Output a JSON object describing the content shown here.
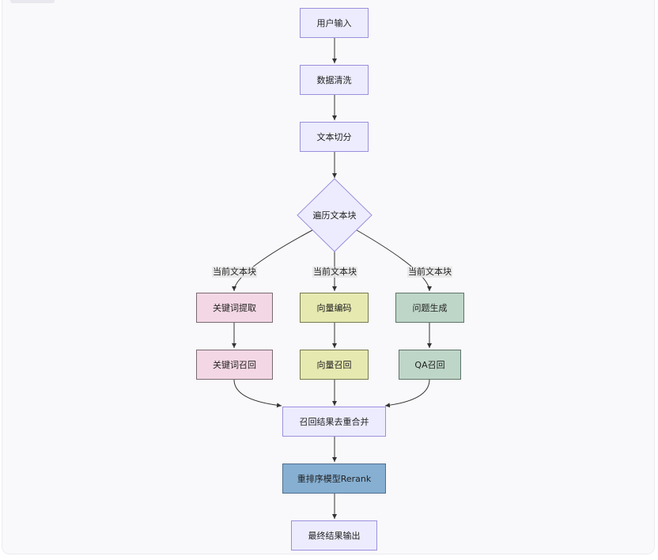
{
  "flowchart": {
    "nodes": {
      "user_input": "用户输入",
      "data_cleaning": "数据清洗",
      "text_split": "文本切分",
      "iterate_blocks": "遍历文本块",
      "keyword_extract": "关键词提取",
      "vector_encode": "向量编码",
      "question_gen": "问题生成",
      "keyword_recall": "关键词召回",
      "vector_recall": "向量召回",
      "qa_recall": "QA召回",
      "merge_dedup": "召回结果去重合并",
      "rerank_model": "重排序模型Rerank",
      "final_output": "最终结果输出"
    },
    "edge_labels": {
      "left": "当前文本块",
      "middle": "当前文本块",
      "right": "当前文本块"
    },
    "colors": {
      "default_fill": "#ececfe",
      "default_stroke": "#9b8fdc",
      "keyword_fill": "#f4d7e4",
      "vector_fill": "#e6e9b0",
      "qa_fill": "#bed6c8",
      "rerank_fill": "#86afd2",
      "edge": "#333333"
    }
  }
}
